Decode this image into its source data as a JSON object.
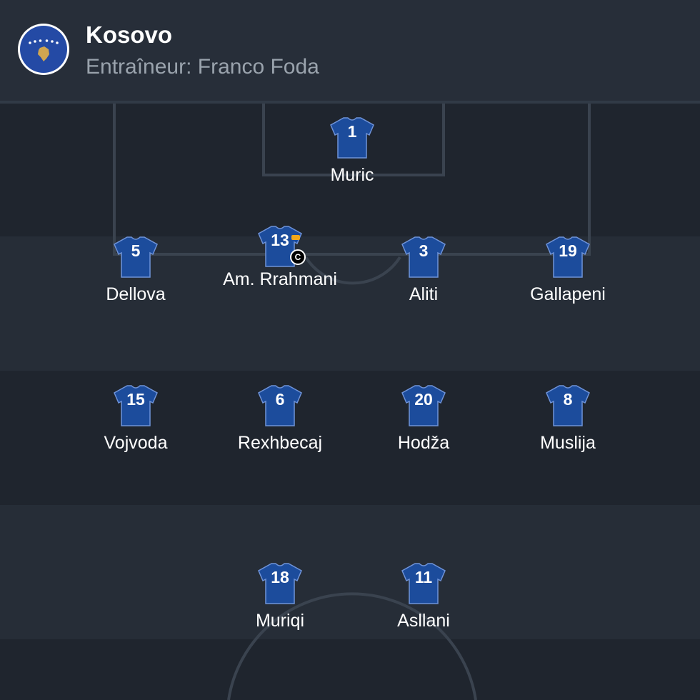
{
  "team": {
    "name": "Kosovo",
    "coach": "Entraîneur: Franco Foda",
    "flag_icon": "kosovo-flag-icon",
    "kit_color": "#1c4c9c"
  },
  "captain_label": "C",
  "players": [
    {
      "number": "1",
      "name": "Muric",
      "captain": false
    },
    {
      "number": "5",
      "name": "Dellova",
      "captain": false
    },
    {
      "number": "13",
      "name": "Am. Rrahmani",
      "captain": true
    },
    {
      "number": "3",
      "name": "Aliti",
      "captain": false
    },
    {
      "number": "19",
      "name": "Gallapeni",
      "captain": false
    },
    {
      "number": "15",
      "name": "Vojvoda",
      "captain": false
    },
    {
      "number": "6",
      "name": "Rexhbecaj",
      "captain": false
    },
    {
      "number": "20",
      "name": "Hodža",
      "captain": false
    },
    {
      "number": "8",
      "name": "Muslija",
      "captain": false
    },
    {
      "number": "18",
      "name": "Muriqi",
      "captain": false
    },
    {
      "number": "11",
      "name": "Asllani",
      "captain": false
    }
  ]
}
